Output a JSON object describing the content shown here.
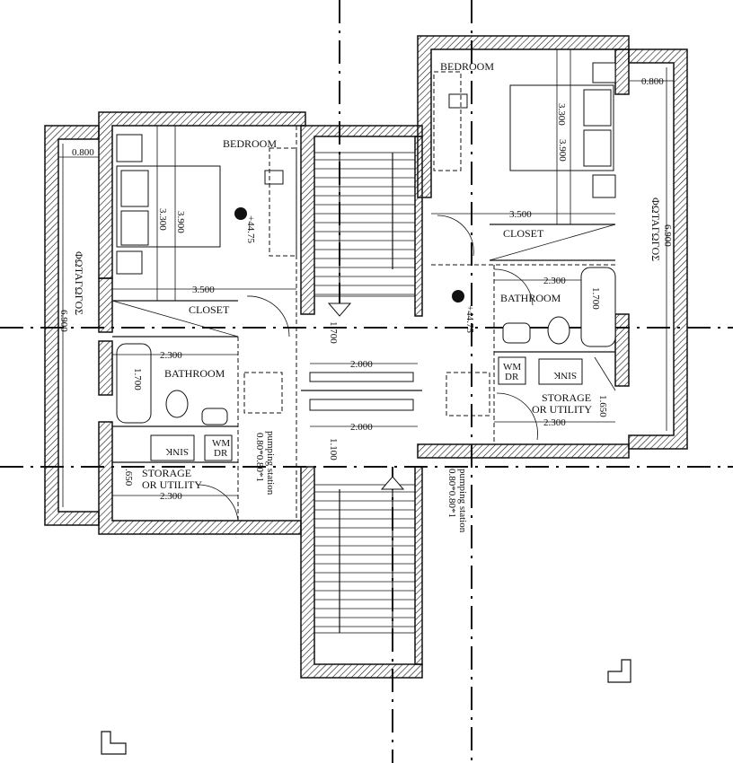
{
  "plan": {
    "left_unit": {
      "bedroom": "BEDROOM",
      "closet": "CLOSET",
      "bathroom": "BATHROOM",
      "storage_line1": "STORAGE",
      "storage_line2": "OR UTILITY",
      "sink": "SINK",
      "wm": "WM",
      "dr": "DR",
      "pumping_line1": "pumping station",
      "pumping_line2": "0.80*0.80*1",
      "lightwell": "ΦΩΤΑΓΩΓΟΣ",
      "level": "+44.75",
      "dims": {
        "lightwell_len": "6.900",
        "lightwell_w": "0.800",
        "bed_w": "3.500",
        "bed_inner": "3.300",
        "bed_h": "3.900",
        "bath_w": "2.300",
        "tub": "1.700",
        "storage_h": ".650",
        "storage_w": "2.300"
      }
    },
    "right_unit": {
      "bedroom": "BEDROOM",
      "closet": "CLOSET",
      "bathroom": "BATHROOM",
      "storage_line1": "STORAGE",
      "storage_line2": "OR UTILITY",
      "sink": "SINK",
      "wm": "WM",
      "dr": "DR",
      "pumping_line1": "pumping station",
      "pumping_line2": "0.80*0.80*1",
      "lightwell": "ΦΩΤΑΓΩΓΟΣ",
      "level": "+44.75",
      "dims": {
        "lightwell_len": "6.900",
        "lightwell_w": "0.800",
        "bed_w": "3.500",
        "bed_inner": "3.300",
        "bed_h": "3.900",
        "bath_w": "2.300",
        "tub": "1.700",
        "storage_h": "1.650",
        "storage_w": "2.300"
      }
    },
    "stair": {
      "landing_h": "1.700",
      "width_top": "2.000",
      "width_bottom": "2.000",
      "landing_h2": "1.100"
    }
  }
}
